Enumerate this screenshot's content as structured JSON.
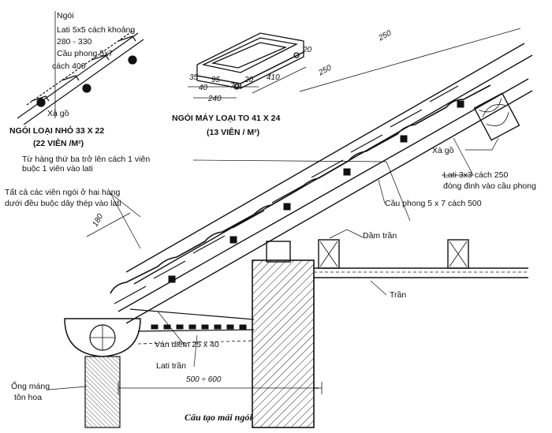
{
  "small_tile": {
    "label_tile": "Ngói",
    "label_batten": "Lati 5x5 cách khoảng",
    "label_batten_range": "280 - 330",
    "label_rafter": "Cầu phong 5x7",
    "label_rafter_spacing": "cách 400",
    "label_purlin": "Xà gồ",
    "title": "NGÓI LOẠI NHỎ 33 X 22",
    "density": "(22 VIÊN /M²)"
  },
  "large_tile": {
    "title": "NGÓI MÁY LOẠI TO 41 X 24",
    "density": "(13 VIÊN / M²)",
    "dim_35": "35",
    "dim_40": "40",
    "dim_95": "95",
    "dim_70": "70",
    "dim_20a": "20",
    "dim_240": "240",
    "dim_410": "410",
    "dim_20b": "20"
  },
  "main": {
    "dim_250_top": "250",
    "dim_250_mid": "250",
    "dim_180": "180",
    "note_third_row": "Từ hàng thứ ba trở lên cách 1 viên",
    "note_third_row_2": "buộc 1 viên vào lati",
    "note_bottom_rows": "Tất cả các viên ngói ở hai hàng",
    "note_bottom_rows_2": "dưới đều buộc dây thép vào lati",
    "label_purlin": "Xà gồ",
    "label_batten": "Lati 3x3 cách 250",
    "label_batten_2": "đóng đinh vào cầu phong",
    "label_rafter": "Cầu phong 5 x 7 cách 500",
    "label_ceiling_beam": "Dầm trần",
    "label_ceiling": "Trần",
    "label_soffit_board": "Ván diềm 25 x 40",
    "label_ceiling_batten": "Lati trần",
    "label_gutter_1": "Ống máng",
    "label_gutter_2": "tôn hoa",
    "dim_eave": "500 ÷ 600"
  },
  "caption": "Cấu tạo mái ngói"
}
